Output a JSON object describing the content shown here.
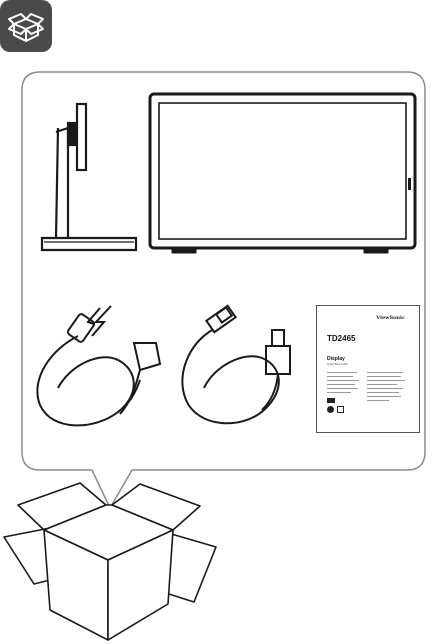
{
  "badge": {
    "icon": "open-box-icon",
    "color": "#4a4a4a"
  },
  "contents": {
    "items": [
      {
        "name": "stand",
        "icon": "monitor-stand-icon"
      },
      {
        "name": "display",
        "icon": "monitor-panel-icon"
      },
      {
        "name": "power-cable",
        "icon": "power-cable-icon"
      },
      {
        "name": "hdmi-cable",
        "icon": "hdmi-cable-icon"
      },
      {
        "name": "quick-start-guide",
        "icon": "document-icon"
      }
    ],
    "guide": {
      "brand": "ViewSonic",
      "model": "TD2465",
      "title": "Display",
      "subtitle": "Quick Start Guide"
    }
  },
  "box": {
    "icon": "open-cardboard-box-icon"
  }
}
